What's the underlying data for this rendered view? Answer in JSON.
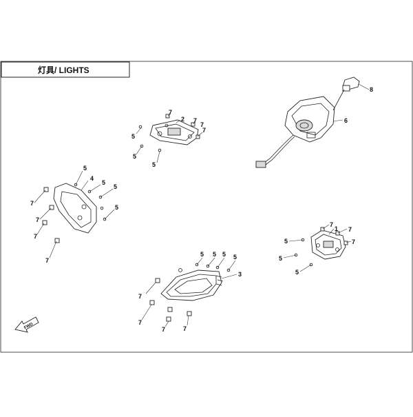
{
  "header": {
    "title": "灯具/ LIGHTS"
  },
  "orientation_marker": {
    "label": "FWD"
  },
  "callouts": [
    "7",
    "2",
    "7",
    "5",
    "7",
    "7",
    "5",
    "5",
    "8",
    "6",
    "5",
    "4",
    "5",
    "5",
    "7",
    "7",
    "5",
    "7",
    "7",
    "7",
    "1",
    "7",
    "5",
    "7",
    "5",
    "5",
    "5",
    "5",
    "5",
    "5",
    "3",
    "7",
    "7",
    "7",
    "7"
  ]
}
